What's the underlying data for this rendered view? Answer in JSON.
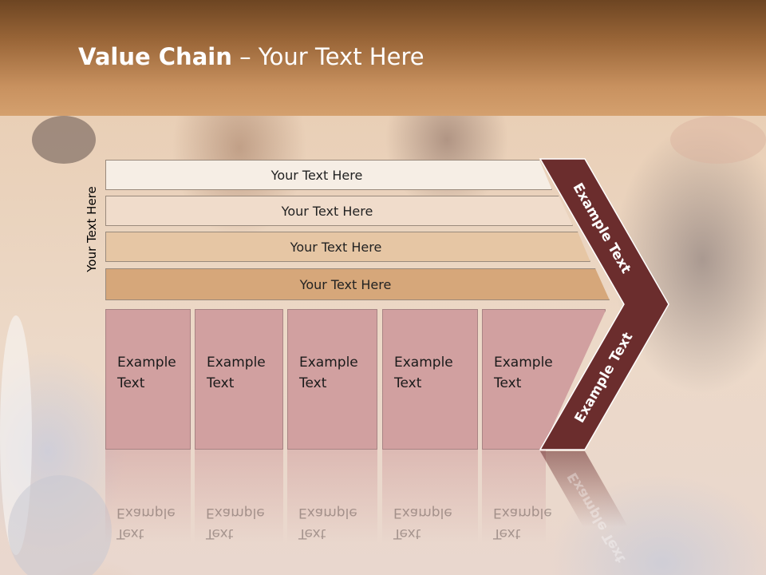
{
  "header": {
    "title_bold": "Value Chain",
    "title_rest": " – Your Text Here"
  },
  "side_label": "Your Text Here",
  "bars": [
    {
      "label": "Your Text Here",
      "color": "#f6eee5"
    },
    {
      "label": "Your Text Here",
      "color": "#f0dccb"
    },
    {
      "label": "Your Text Here",
      "color": "#e6c6a4"
    },
    {
      "label": "Your Text Here",
      "color": "#d6a77a"
    }
  ],
  "columns": [
    {
      "line1": "Example",
      "line2": "Text"
    },
    {
      "line1": "Example",
      "line2": "Text"
    },
    {
      "line1": "Example",
      "line2": "Text"
    },
    {
      "line1": "Example",
      "line2": "Text"
    },
    {
      "line1": "Example",
      "line2": "Text"
    }
  ],
  "chevron": {
    "upper_label": "Example Text",
    "lower_label": "Example Text",
    "color": "#6b2d2d"
  }
}
